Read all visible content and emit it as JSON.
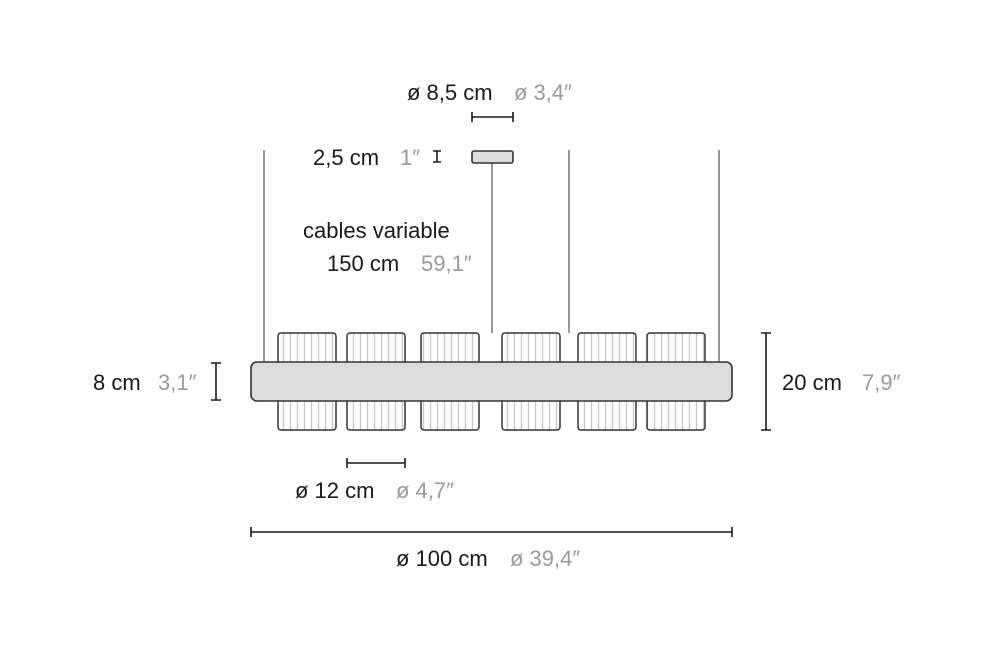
{
  "dimensions": {
    "canopy_diameter": {
      "metric": "ø 8,5 cm",
      "imperial": "ø 3,4″"
    },
    "canopy_height": {
      "metric": "2,5 cm",
      "imperial": "1″"
    },
    "cables": {
      "label": "cables variable",
      "metric": "150 cm",
      "imperial": "59,1″"
    },
    "bar_height": {
      "metric": "8 cm",
      "imperial": "3,1″"
    },
    "total_height": {
      "metric": "20 cm",
      "imperial": "7,9″"
    },
    "shade_diameter": {
      "metric": "ø 12 cm",
      "imperial": "ø 4,7″"
    },
    "total_length": {
      "metric": "ø 100 cm",
      "imperial": "ø 39,4″"
    }
  },
  "colors": {
    "body_fill": "#dcdcdc",
    "imperial_text": "#9a9a9a",
    "stroke": "#1a1a1a"
  }
}
